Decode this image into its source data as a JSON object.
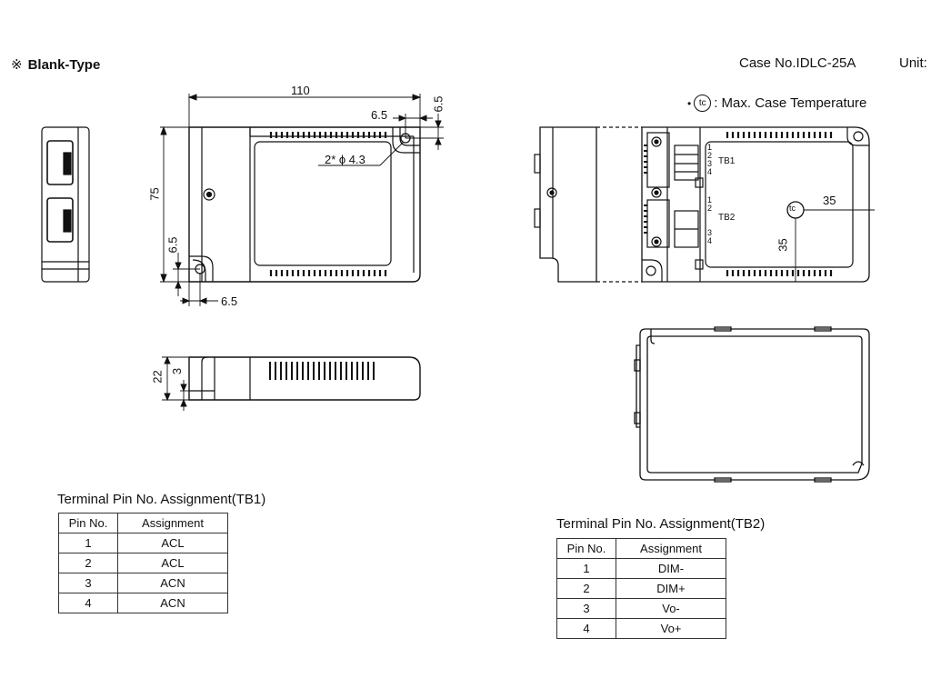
{
  "header": {
    "mark": "※",
    "title": "Blank-Type",
    "case_no": "Case No.IDLC-25A",
    "unit": "Unit:"
  },
  "legend": {
    "symbol": "tc",
    "text": ": Max. Case Temperature"
  },
  "dimensions": {
    "length": "110",
    "width": "75",
    "height": "22",
    "base": "3",
    "hole_offset_top": "6.5",
    "hole_offset_right": "6.5",
    "hole_offset_left": "6.5",
    "hole_offset_bottom": "6.5",
    "hole_spec": "2* ϕ 4.3",
    "tc_x": "35",
    "tc_y": "35"
  },
  "terminal_labels": {
    "tb1": "TB1",
    "tb2": "TB2",
    "tb1_pins": [
      "1",
      "2",
      "3",
      "4"
    ],
    "tb2_pins": [
      "1",
      "2",
      "3",
      "4"
    ]
  },
  "tb1_table": {
    "title": "Terminal Pin No. Assignment(TB1)",
    "headers": [
      "Pin No.",
      "Assignment"
    ],
    "rows": [
      {
        "pin": "1",
        "assignment": "ACL"
      },
      {
        "pin": "2",
        "assignment": "ACL"
      },
      {
        "pin": "3",
        "assignment": "ACN"
      },
      {
        "pin": "4",
        "assignment": "ACN"
      }
    ]
  },
  "tb2_table": {
    "title": "Terminal Pin No. Assignment(TB2)",
    "headers": [
      "Pin No.",
      "Assignment"
    ],
    "rows": [
      {
        "pin": "1",
        "assignment": "DIM-"
      },
      {
        "pin": "2",
        "assignment": "DIM+"
      },
      {
        "pin": "3",
        "assignment": "Vo-"
      },
      {
        "pin": "4",
        "assignment": "Vo+"
      }
    ]
  }
}
